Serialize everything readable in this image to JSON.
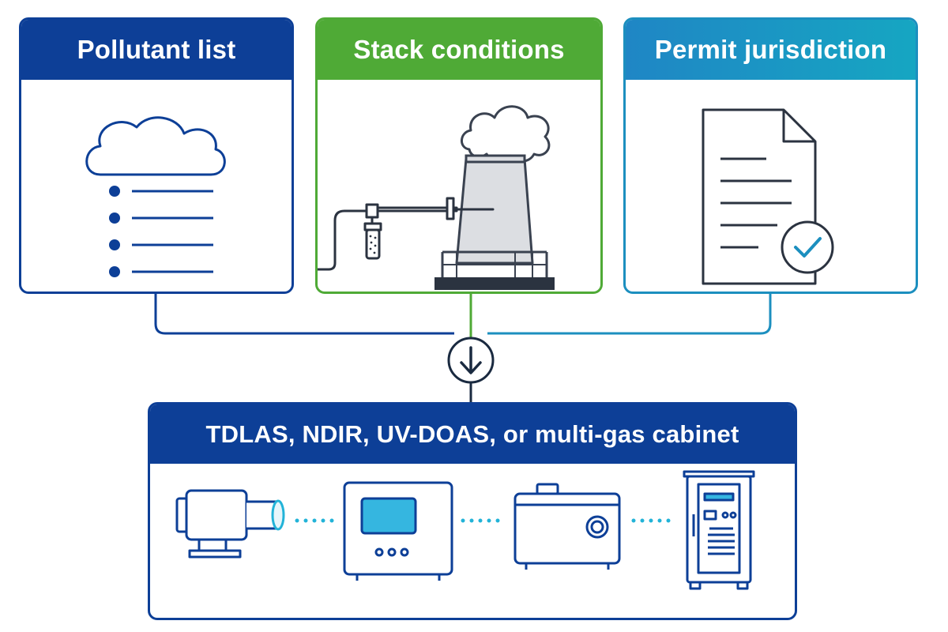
{
  "inputs": {
    "pollutant_list": {
      "title": "Pollutant list",
      "icon": "cloud-list-icon",
      "color": "#0d3f97"
    },
    "stack_conditions": {
      "title": "Stack conditions",
      "icon": "smokestack-probe-icon",
      "color": "#4faa36"
    },
    "permit_jurisdiction": {
      "title": "Permit jurisdiction",
      "icon": "document-check-icon",
      "color": "#1c8fbf"
    }
  },
  "merge": {
    "icon": "down-arrow-icon"
  },
  "output": {
    "title": "TDLAS, NDIR, UV-DOAS, or multi-gas cabinet",
    "color": "#0d3f97",
    "devices": [
      "tdlas-analyzer-icon",
      "ndir-analyzer-icon",
      "uv-doas-analyzer-icon",
      "multi-gas-cabinet-icon"
    ]
  }
}
